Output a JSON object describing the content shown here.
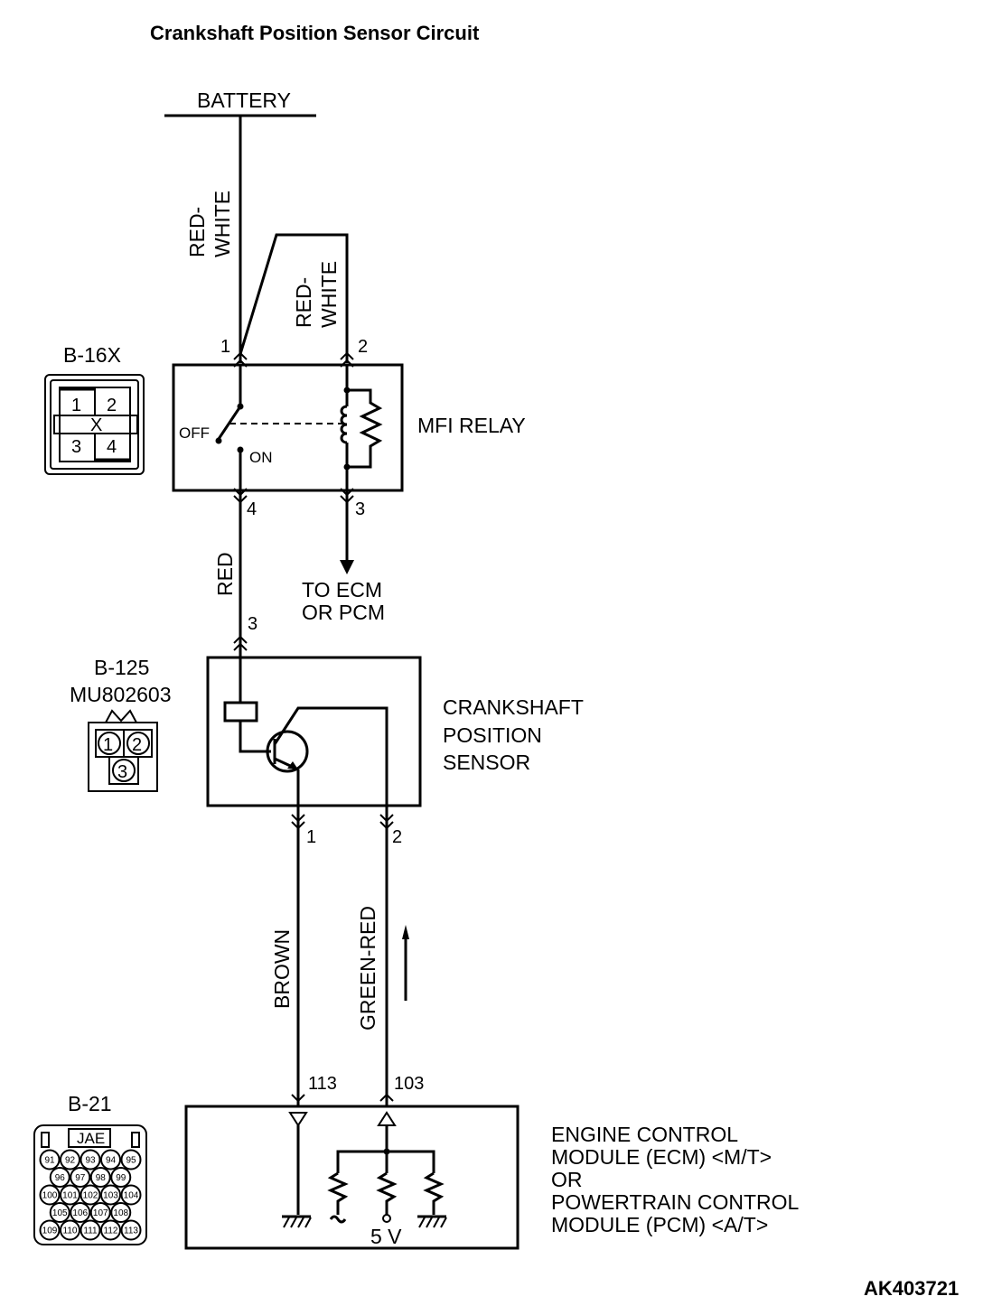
{
  "title": "Crankshaft Position Sensor Circuit",
  "figure_id": "AK403721",
  "battery_label": "BATTERY",
  "wires": {
    "battery_to_relay_1": "RED-\nWHITE",
    "battery_to_relay_2": "RED-\nWHITE",
    "relay_to_sensor": "RED",
    "sensor_1_to_ecm": "BROWN",
    "sensor_2_to_ecm": "GREEN-RED"
  },
  "relay": {
    "name": "MFI RELAY",
    "off_label": "OFF",
    "on_label": "ON",
    "pins": [
      "1",
      "2",
      "4",
      "3"
    ],
    "output_label_line1": "TO ECM",
    "output_label_line2": "OR PCM"
  },
  "sensor": {
    "name_line1": "CRANKSHAFT",
    "name_line2": "POSITION",
    "name_line3": "SENSOR",
    "input_pin": "3",
    "pins": [
      "1",
      "2"
    ]
  },
  "ecm": {
    "name_lines": [
      "ENGINE CONTROL",
      "MODULE (ECM) <M/T>",
      "OR",
      "POWERTRAIN CONTROL",
      "MODULE (PCM) <A/T>"
    ],
    "pins": [
      "113",
      "103"
    ],
    "voltage": "5 V"
  },
  "connectors": {
    "b16x": {
      "id": "B-16X",
      "pins": [
        "1",
        "2",
        "3",
        "4"
      ]
    },
    "b125": {
      "id": "B-125",
      "part": "MU802603",
      "pins": [
        "1",
        "2",
        "3"
      ]
    },
    "b21": {
      "id": "B-21",
      "brand": "JAE",
      "rows": [
        [
          "91",
          "92",
          "93",
          "94",
          "95"
        ],
        [
          "96",
          "97",
          "98",
          "99"
        ],
        [
          "100",
          "101",
          "102",
          "103",
          "104"
        ],
        [
          "105",
          "106",
          "107",
          "108"
        ],
        [
          "109",
          "110",
          "111",
          "112",
          "113"
        ]
      ]
    }
  }
}
